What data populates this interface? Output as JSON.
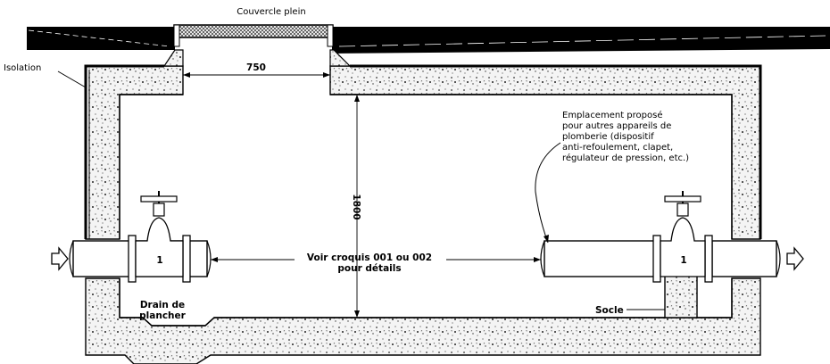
{
  "labels": {
    "top_cover": "Couvercle plein",
    "insulation": "Isolation",
    "opening_dim": "750",
    "height_dim": "1800",
    "see_sketch_line1": "Voir croquis 001 ou 002",
    "see_sketch_line2": "pour détails",
    "floor_drain_line1": "Drain de",
    "floor_drain_line2": "plancher",
    "socle": "Socle",
    "valve_left_num": "1",
    "valve_right_num": "1",
    "proposed": [
      "Emplacement proposé",
      "pour autres appareils de",
      "plomberie (dispositif",
      "anti-refoulement, clapet,",
      "régulateur de pression, etc.)"
    ]
  },
  "colors": {
    "line": "#000000",
    "concrete_fill": "#f4f4f4",
    "ground": "#000000"
  },
  "icons": {
    "inlet": "arrow-right-icon",
    "outlet": "arrow-right-icon"
  }
}
